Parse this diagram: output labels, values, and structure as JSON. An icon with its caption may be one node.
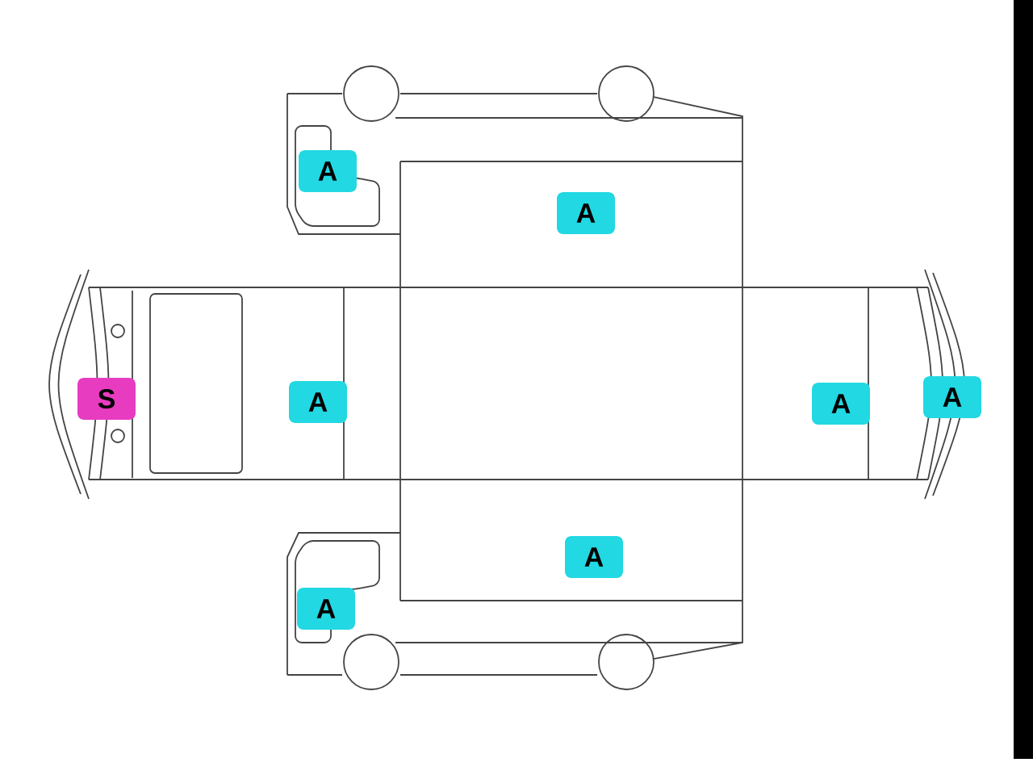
{
  "diagram": {
    "labels": [
      "A",
      "A",
      "S",
      "A",
      "A",
      "A",
      "A",
      "A"
    ]
  }
}
